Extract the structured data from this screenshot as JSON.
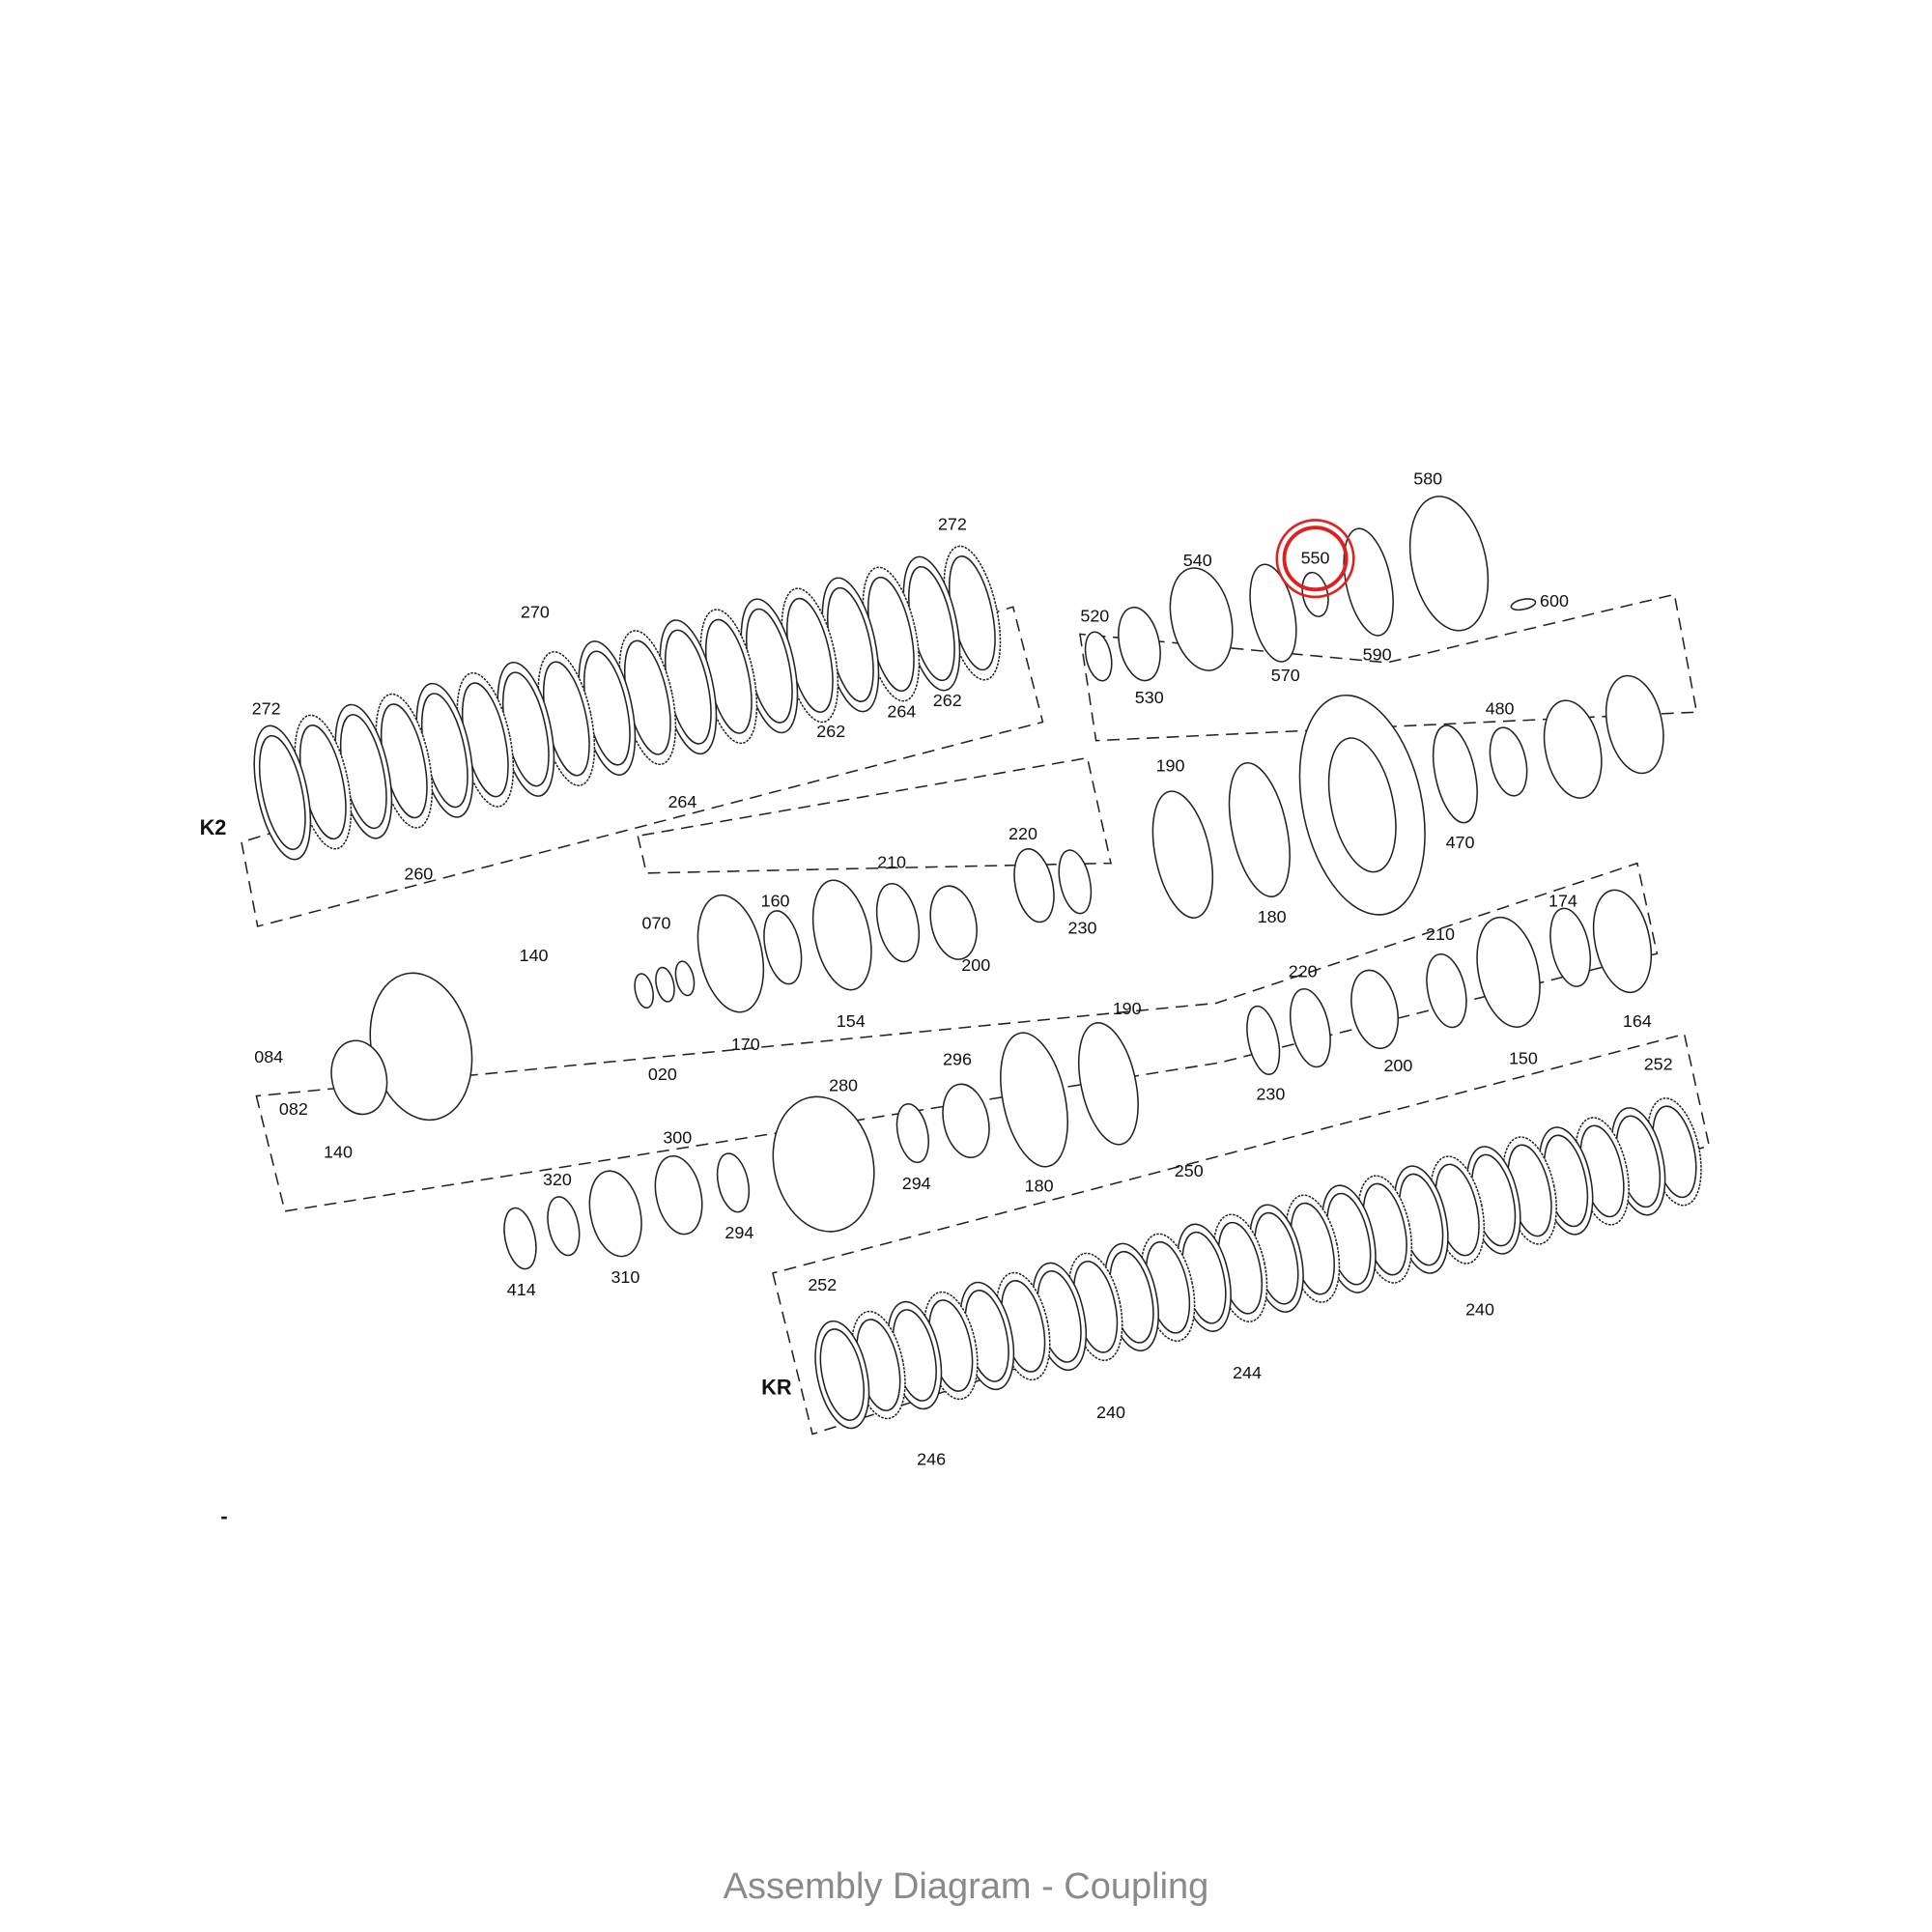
{
  "diagram": {
    "caption": "Assembly Diagram - Coupling",
    "highlighted_part": "550",
    "highlight_color": "#e02020",
    "groups": {
      "k2": "K2",
      "kr": "KR"
    },
    "dash_mark": "-",
    "labels": [
      "272",
      "260",
      "270",
      "264",
      "262",
      "264",
      "262",
      "272",
      "520",
      "530",
      "540",
      "570",
      "550",
      "590",
      "580",
      "600",
      "190",
      "180",
      "480",
      "470",
      "070",
      "160",
      "210",
      "220",
      "230",
      "200",
      "154",
      "170",
      "140",
      "084",
      "082",
      "140",
      "020",
      "220",
      "210",
      "174",
      "164",
      "150",
      "200",
      "230",
      "190",
      "280",
      "296",
      "300",
      "320",
      "294",
      "294",
      "180",
      "414",
      "310",
      "250",
      "252",
      "252",
      "240",
      "244",
      "240",
      "246"
    ]
  }
}
